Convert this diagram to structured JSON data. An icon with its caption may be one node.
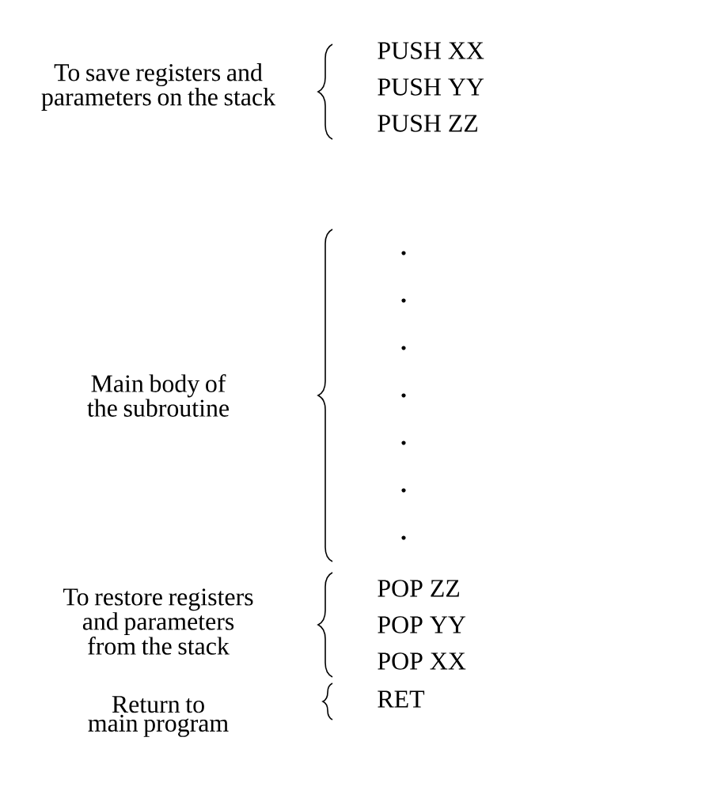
{
  "diagram": {
    "labels": [
      "To save registers and parameters on the stack",
      "PUSH XX",
      "PUSH YY",
      "PUSH ZZ",
      "Main body of the subroutine",
      "To restore registers and parameters from the stack",
      "POP ZZ",
      "POP YY",
      "POP XX",
      "Return to main program",
      "RET"
    ]
  }
}
